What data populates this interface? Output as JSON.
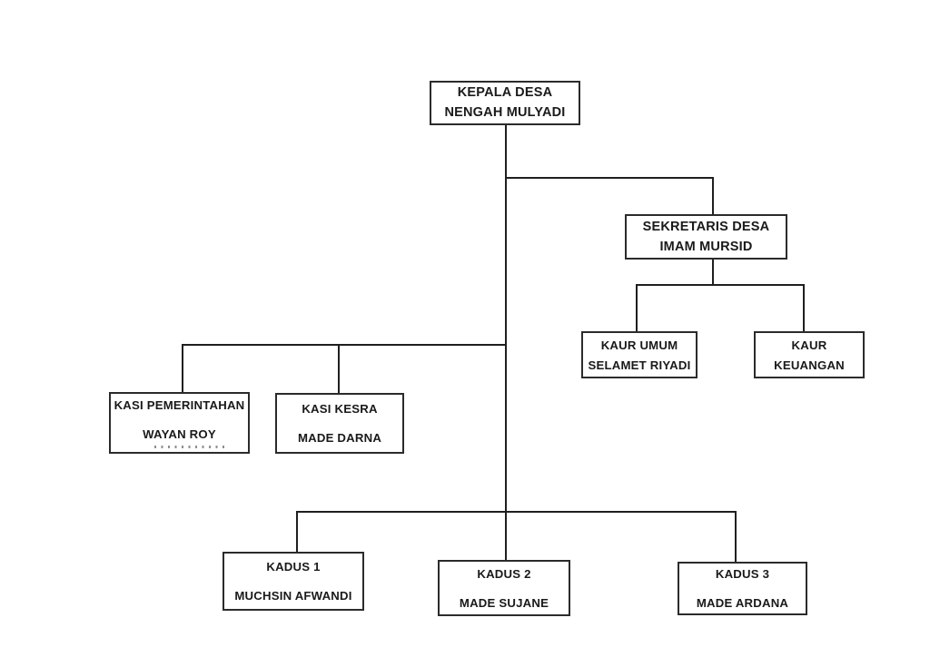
{
  "org_chart": {
    "nodes": {
      "kepala_desa": {
        "line1": "KEPALA DESA",
        "line2": "NENGAH MULYADI"
      },
      "sekretaris_desa": {
        "line1": "SEKRETARIS DESA",
        "line2": "IMAM MURSID"
      },
      "kaur_umum": {
        "line1": "KAUR UMUM",
        "line2": "SELAMET RIYADI"
      },
      "kaur_keuangan": {
        "line1": "KAUR",
        "line2": "KEUANGAN"
      },
      "kasi_pemerintahan": {
        "line1": "KASI PEMERINTAHAN",
        "line2": "WAYAN ROY",
        "line3_clipped": true
      },
      "kasi_kesra": {
        "line1": "KASI KESRA",
        "line2": "MADE DARNA"
      },
      "kadus_1": {
        "line1": "KADUS 1",
        "line2": "MUCHSIN AFWANDI"
      },
      "kadus_2": {
        "line1": "KADUS 2",
        "line2": "MADE SUJANE"
      },
      "kadus_3": {
        "line1": "KADUS 3",
        "line2": "MADE ARDANA"
      }
    },
    "edges": [
      {
        "from": "kepala_desa",
        "to": "sekretaris_desa"
      },
      {
        "from": "sekretaris_desa",
        "to": "kaur_umum"
      },
      {
        "from": "sekretaris_desa",
        "to": "kaur_keuangan"
      },
      {
        "from": "kepala_desa",
        "to": "kasi_pemerintahan"
      },
      {
        "from": "kepala_desa",
        "to": "kasi_kesra"
      },
      {
        "from": "kepala_desa",
        "to": "kadus_1"
      },
      {
        "from": "kepala_desa",
        "to": "kadus_2"
      },
      {
        "from": "kepala_desa",
        "to": "kadus_3"
      }
    ],
    "colors": {
      "background": "#ffffff",
      "box_border": "#2b2b2b",
      "connector_line": "#1f1f1f",
      "text": "#1a1a1a"
    }
  }
}
